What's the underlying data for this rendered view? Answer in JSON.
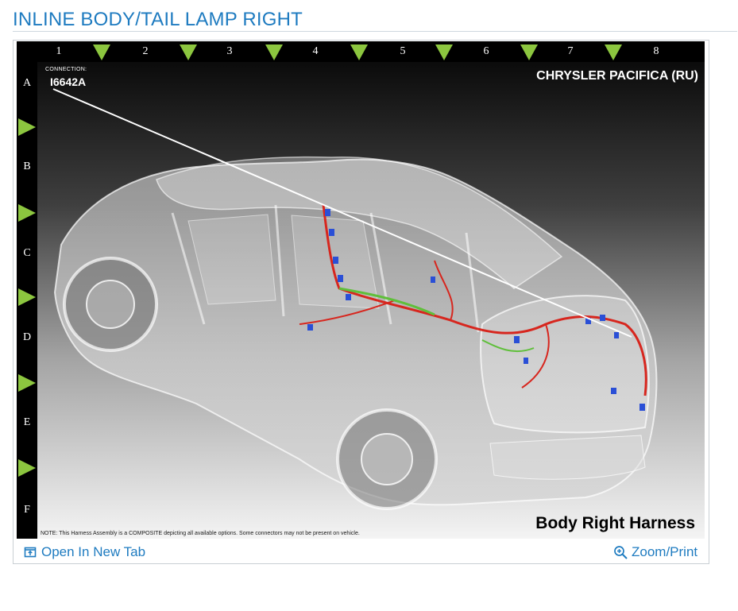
{
  "page": {
    "title": "INLINE BODY/TAIL LAMP RIGHT"
  },
  "grid": {
    "columns": [
      "1",
      "2",
      "3",
      "4",
      "5",
      "6",
      "7",
      "8"
    ],
    "rows": [
      "A",
      "B",
      "C",
      "D",
      "E",
      "F"
    ]
  },
  "diagram": {
    "connection_caption": "CONNECTION:",
    "connection_id": "I6642A",
    "vehicle": "CHRYSLER PACIFICA (RU)",
    "harness_name": "Body Right Harness",
    "note": "NOTE: This Harness Assembly is a COMPOSITE depicting all available options. Some connectors may not be present on vehicle."
  },
  "footer": {
    "open_new_tab": "Open In New Tab",
    "zoom_print": "Zoom/Print"
  },
  "colors": {
    "title_blue": "#1e7bc0",
    "grid_marker_green": "#8cc63f",
    "harness_red": "#d7261e",
    "connector_blue": "#2a4fd6",
    "harness_green": "#5fbf3a"
  },
  "icons": {
    "open_tab": "open-new-tab-icon",
    "zoom": "zoom-icon"
  }
}
